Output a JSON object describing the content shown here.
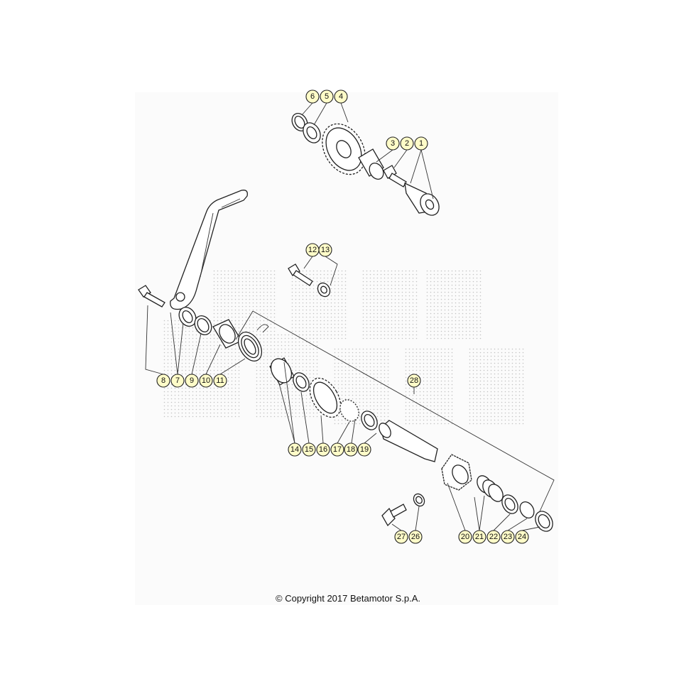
{
  "diagram": {
    "callouts": [
      "1",
      "2",
      "3",
      "4",
      "5",
      "6",
      "7",
      "8",
      "9",
      "10",
      "11",
      "12",
      "13",
      "14",
      "15",
      "16",
      "17",
      "18",
      "19",
      "20",
      "21",
      "22",
      "23",
      "24",
      "26",
      "27",
      "28"
    ],
    "watermark_icon": "dotted-logo-watermark"
  },
  "footer": {
    "copyright": "© Copyright 2017 Betamotor S.p.A."
  }
}
